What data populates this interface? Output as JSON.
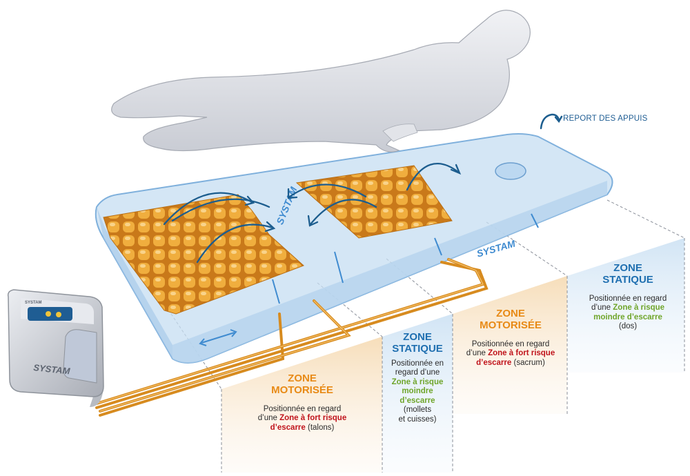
{
  "legend": {
    "label": "REPORT DES APPUIS",
    "icon": "curved-arrow-icon"
  },
  "brand": {
    "mattress_logo_a": "SYSTAM",
    "mattress_logo_b": "SYSTAM",
    "pump_logo": "SYSTAM",
    "pump_logo_top": "SYSTAM"
  },
  "zones": [
    {
      "title_line1": "ZONE",
      "title_line2": "MOTORISÉE",
      "desc_prefix": "Positionnée en regard",
      "desc_mid": "d’une",
      "risk_line1": "Zone à fort risque",
      "risk_line2": "d’escarre",
      "location": "(talons)"
    },
    {
      "title_line1": "ZONE",
      "title_line2": "STATIQUE",
      "desc_prefix": "Positionnée en",
      "desc_mid": "regard d’une",
      "risk_line1": "Zone à risque",
      "risk_line2": "moindre",
      "risk_line3": "d’escarre",
      "location": "(mollets",
      "location2": "et cuisses)"
    },
    {
      "title_line1": "ZONE",
      "title_line2": "MOTORISÉE",
      "desc_prefix": "Positionnée en regard",
      "desc_mid": "d’une",
      "risk_line1": "Zone à fort risque",
      "risk_line2": "d’escarre",
      "location": "(sacrum)"
    },
    {
      "title_line1": "ZONE",
      "title_line2": "STATIQUE",
      "desc_prefix": "Positionnée en regard",
      "desc_mid": "d’une",
      "risk_line1": "Zone à risque",
      "risk_line2": "moindre d’escarre",
      "location": "(dos)"
    }
  ],
  "colors": {
    "orange_cell": "#e8a12e",
    "mattress_blue": "#cfe2f3",
    "arrow_blue": "#1c5d8e",
    "risk_red": "#c0141c",
    "risk_green": "#6fa52a"
  }
}
